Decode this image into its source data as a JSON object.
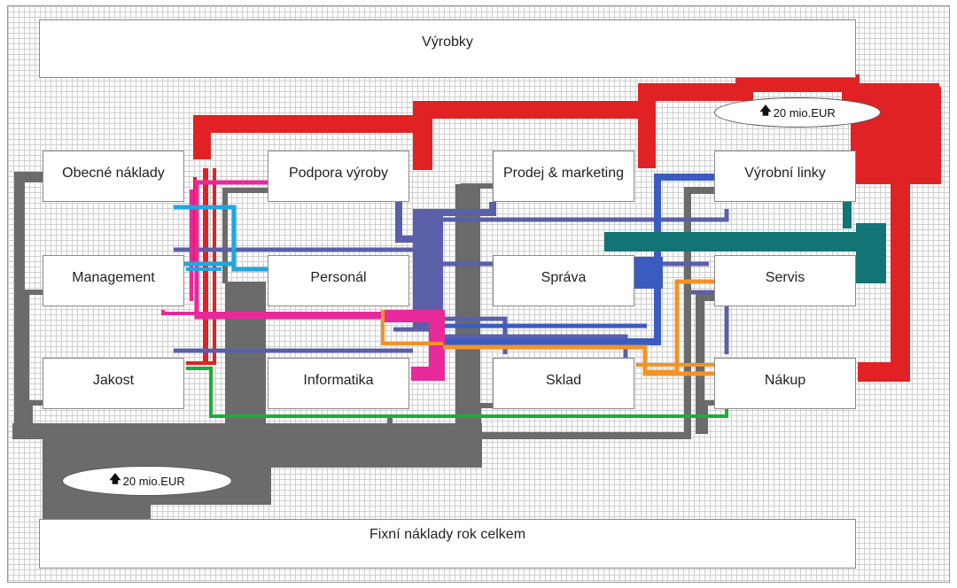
{
  "top_box": {
    "label": "Výrobky"
  },
  "bottom_box": {
    "label": "Fixní náklady rok celkem"
  },
  "departments": [
    {
      "id": "obecne",
      "label": "Obecné náklady"
    },
    {
      "id": "podpora",
      "label": "Podpora výroby"
    },
    {
      "id": "prodej",
      "label": "Prodej & marketing"
    },
    {
      "id": "linky",
      "label": "Výrobní linky"
    },
    {
      "id": "management",
      "label": "Management"
    },
    {
      "id": "personal",
      "label": "Personál"
    },
    {
      "id": "sprava",
      "label": "Správa"
    },
    {
      "id": "servis",
      "label": "Servis"
    },
    {
      "id": "jakost",
      "label": "Jakost"
    },
    {
      "id": "informatika",
      "label": "Informatika"
    },
    {
      "id": "sklad",
      "label": "Sklad"
    },
    {
      "id": "nakup",
      "label": "Nákup"
    }
  ],
  "scale_badges": [
    {
      "arrow": "🡅",
      "text": "20 mio.EUR"
    },
    {
      "arrow": "🡅",
      "text": "20 mio.EUR"
    }
  ],
  "colors": {
    "red": "#e02224",
    "gray": "#6b6b6b",
    "navy": "#5a5fa8",
    "blue": "#3a5cc0",
    "teal": "#127474",
    "pink": "#e8299a",
    "cyan": "#21a6e0",
    "orange": "#f39326",
    "green": "#22aa3a"
  }
}
